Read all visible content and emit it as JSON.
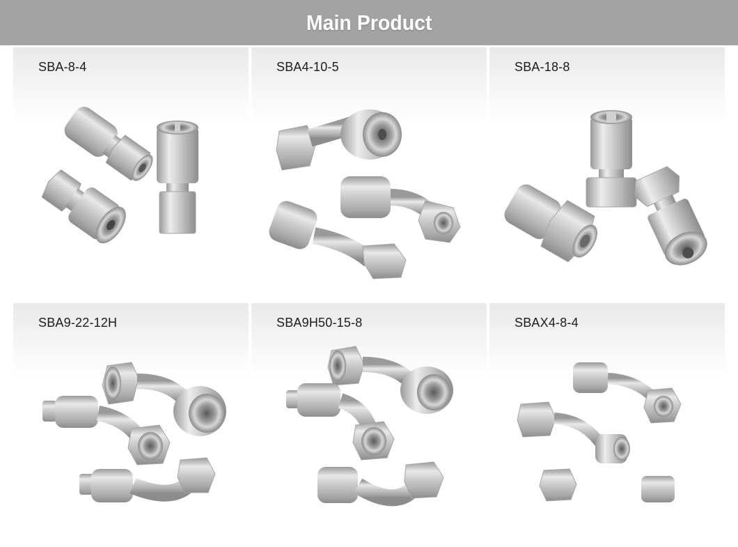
{
  "header": {
    "title": "Main Product",
    "background": "#a3a3a3"
  },
  "products": [
    {
      "label": "SBA-8-4",
      "image": "three straight crimp hose fittings (female swivel)"
    },
    {
      "label": "SBA4-10-5",
      "image": "three 45-degree elbow hose fittings"
    },
    {
      "label": "SBA-18-8",
      "image": "three straight female swivel hose fittings"
    },
    {
      "label": "SBA9-22-12H",
      "image": "three 90-degree elbow hose fittings"
    },
    {
      "label": "SBA9H50-15-8",
      "image": "three 90-degree elbow hose fittings"
    },
    {
      "label": "SBAX4-8-4",
      "image": "three bent tube hose fittings"
    }
  ]
}
